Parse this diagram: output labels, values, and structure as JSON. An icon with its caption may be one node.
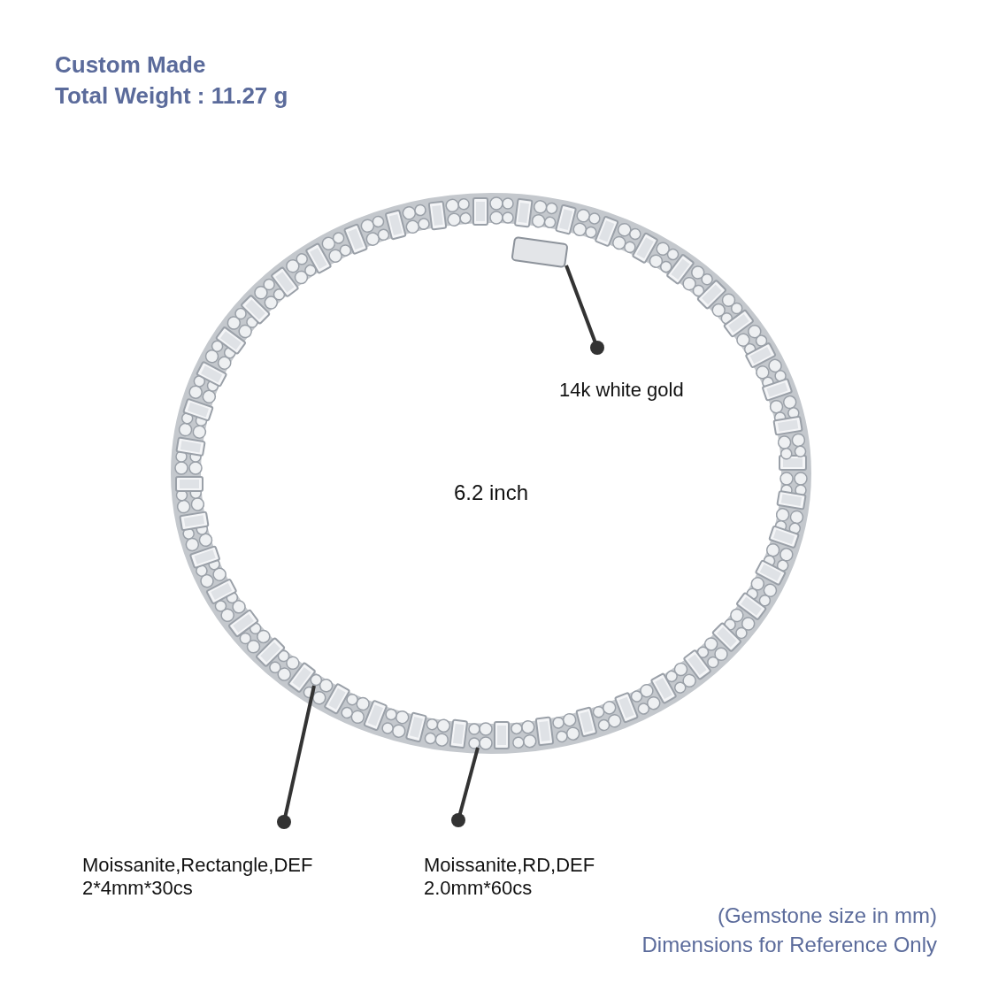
{
  "diagram": {
    "title": "Custom Made",
    "nodes": [
      {
        "text": [
          "14k white gold"
        ]
      },
      {
        "text": [
          "Moissanite,Rectangle,DEF",
          "2*4mm*30cs"
        ]
      },
      {
        "text": [
          "Moissanite,RD,DEF",
          "2.0mm*60cs"
        ]
      }
    ],
    "edges": [
      {
        "from": 0,
        "to": null,
        "arrow": "other"
      },
      {
        "from": 1,
        "to": null,
        "arrow": "other"
      },
      {
        "from": 2,
        "to": null,
        "arrow": "other"
      }
    ],
    "labels": [
      "Total Weight : 11.27 g",
      "6.2 inch",
      "(Gemstone size in mm)",
      "Dimensions for Reference Only"
    ]
  }
}
